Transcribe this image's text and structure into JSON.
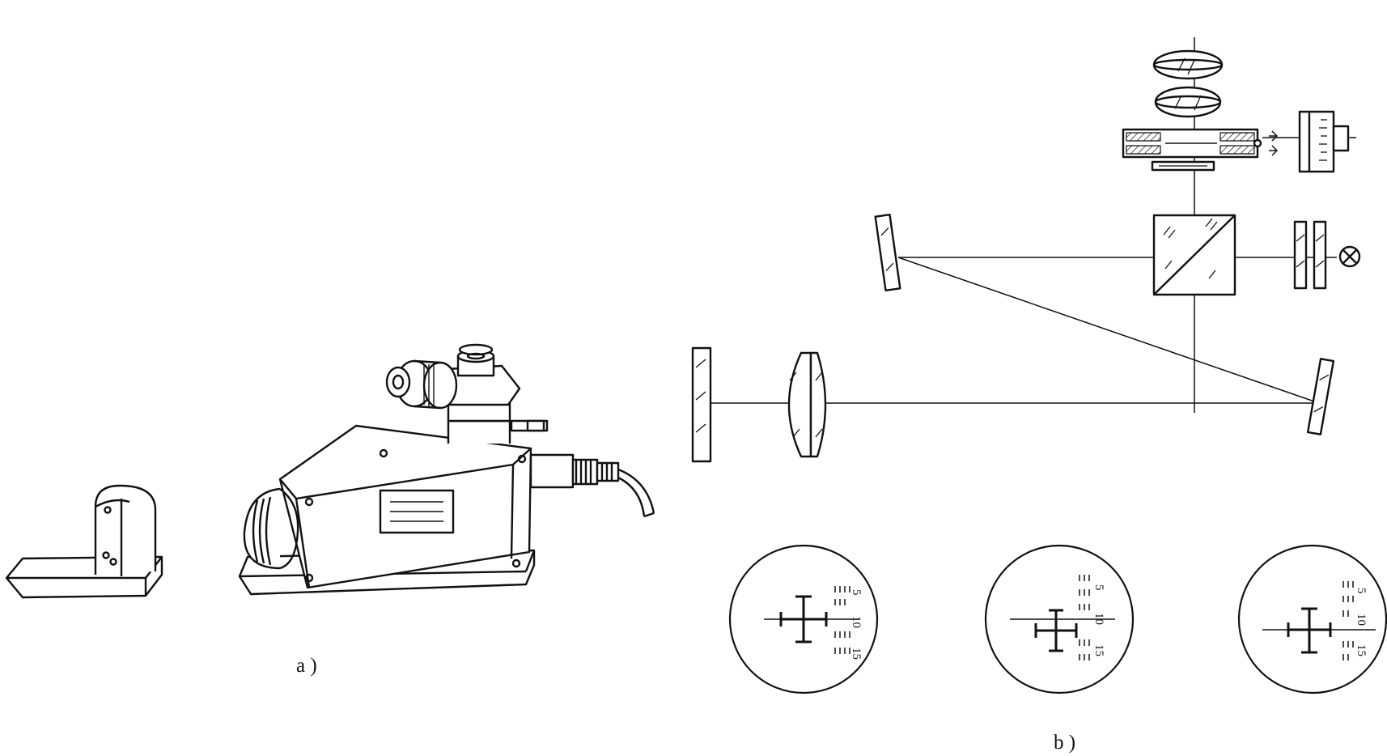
{
  "captions": {
    "a": "a )",
    "b": "b )"
  },
  "reticle_views": [
    {
      "scale_labels": [
        "5",
        "10",
        "15"
      ]
    },
    {
      "scale_labels": [
        "5",
        "10",
        "15"
      ]
    },
    {
      "scale_labels": [
        "5",
        "10",
        "15"
      ]
    }
  ],
  "colors": {
    "ink": "#111111",
    "paper": "#ffffff"
  }
}
